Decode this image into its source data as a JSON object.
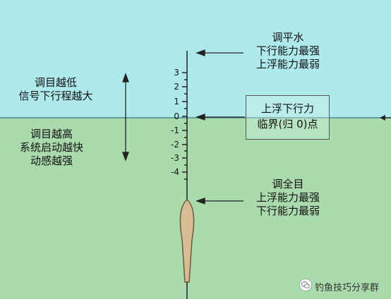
{
  "colors": {
    "air": "#aee9ec",
    "water": "#aadbad",
    "waterline": "#4a8a8c",
    "float_body": "#d8bd94",
    "float_outline": "#6d5a3d"
  },
  "labels": {
    "top_right": [
      "调平水",
      "下行能力最强",
      "上浮能力最弱"
    ],
    "left_upper": [
      "调目越低",
      "信号下行程越大"
    ],
    "left_lower": [
      "调目越高",
      "系统启动越快",
      "动感越强"
    ],
    "box": [
      "上浮下行力",
      "临界(归 0)点"
    ],
    "bottom_right": [
      "调全目",
      "上浮能力最强",
      "下行能力最弱"
    ]
  },
  "scale": {
    "tick_labels": [
      "3",
      "2",
      "1",
      "0",
      "-1",
      "-2",
      "-3",
      "-4"
    ]
  },
  "watermark": {
    "text": "钓鱼技巧分享群",
    "icon": "wechat-icon"
  }
}
